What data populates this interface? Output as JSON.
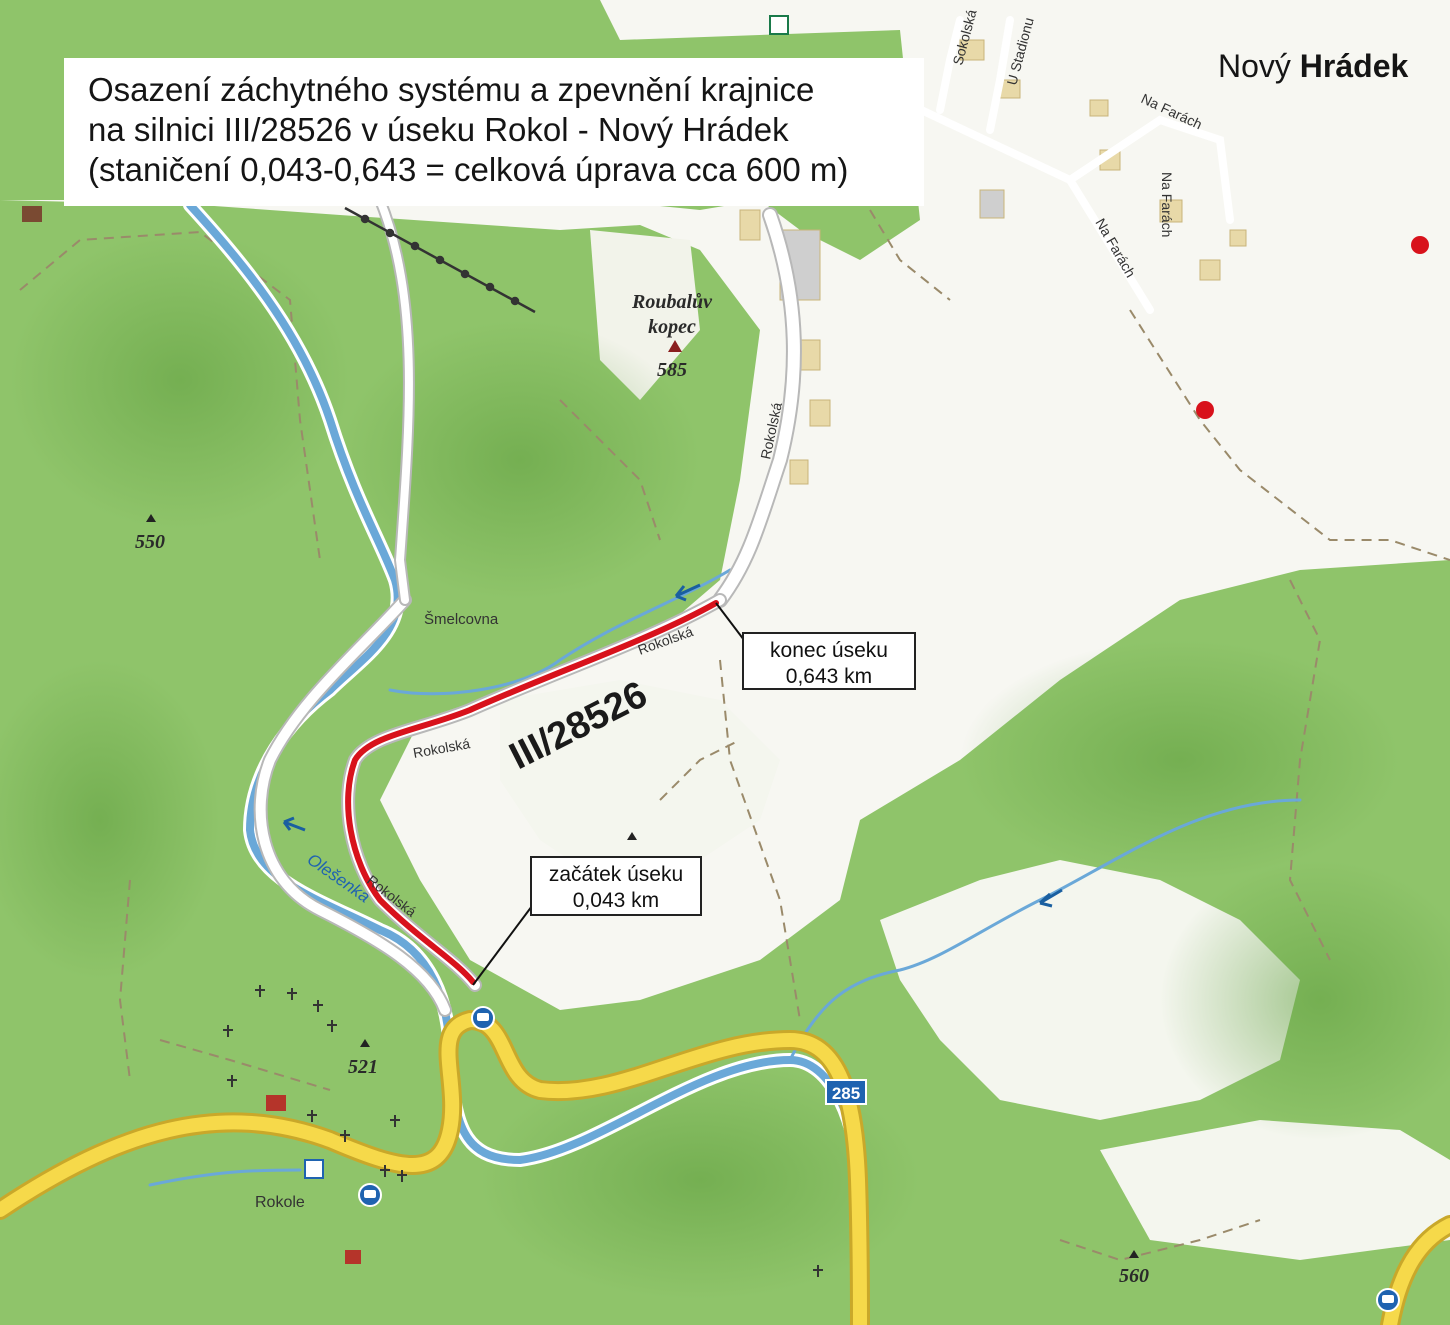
{
  "title": {
    "lines": [
      "Osazení záchytného systému a zpevnění krajnice",
      "na silnici III/28526 v úseku Rokol - Nový Hrádek",
      "(staničení 0,043-0,643 = celková úprava cca 600 m)"
    ]
  },
  "village": {
    "prefix": "Nový",
    "name": "Hrádek"
  },
  "road_number": "III/28526",
  "road_badge": "285",
  "callouts": {
    "end": {
      "line1": "konec úseku",
      "line2": "0,643 km"
    },
    "start": {
      "line1": "začátek úseku",
      "line2": "0,043 km"
    }
  },
  "peaks": {
    "roubaluv_line1": "Roubalův",
    "roubaluv_line2": "kopec",
    "roubaluv_elev": "585",
    "p550": "550",
    "p521": "521",
    "p560": "560"
  },
  "labels": {
    "smelcovna": "Šmelcovna",
    "rokole": "Rokole",
    "olesenka": "Olešenka",
    "rokolska": "Rokolská",
    "na_farach": "Na Farách",
    "sokolska": "Sokolská",
    "u_stadionu": "U Stadionu"
  },
  "colors": {
    "forest": "#8fc46a",
    "forest_dark": "#6fae4c",
    "meadow": "#f7f7f2",
    "river": "#6aa8d8",
    "main_road": "#f6d94a",
    "section": "#d8121c"
  }
}
